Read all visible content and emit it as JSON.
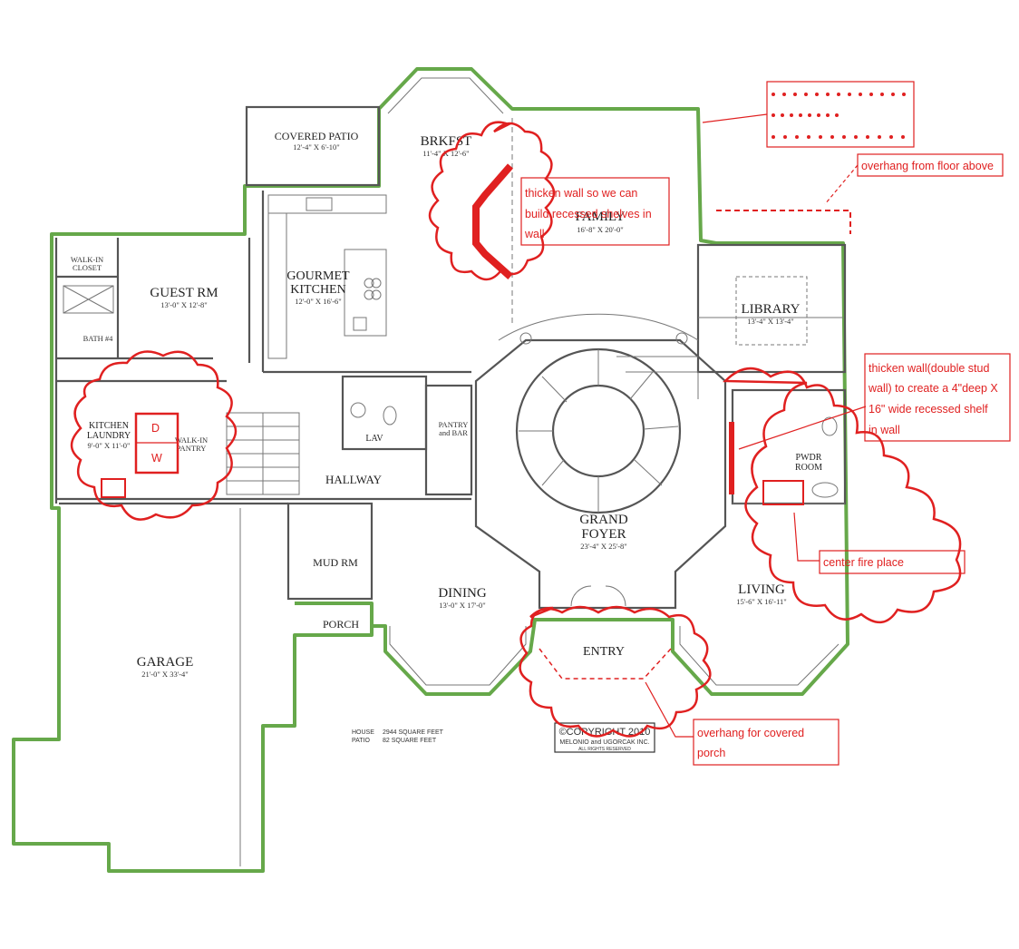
{
  "rooms": {
    "covered_patio": {
      "name": "COVERED PATIO",
      "dim": "12'-4\" X 6'-10\""
    },
    "brkfst": {
      "name": "BRKFST",
      "dim": "11'-4\" X 12'-6\""
    },
    "family": {
      "name": "FAMILY",
      "dim": "16'-8\" X 20'-0\""
    },
    "guest": {
      "name": "GUEST RM",
      "dim": "13'-0\" X 12'-8\""
    },
    "kitchen": {
      "name1": "GOURMET",
      "name2": "KITCHEN",
      "dim": "12'-0\" X 16'-6\""
    },
    "library": {
      "name": "LIBRARY",
      "dim": "13'-4\" X 13'-4\""
    },
    "walkin_closet": {
      "name1": "WALK-IN",
      "name2": "CLOSET"
    },
    "bath4": {
      "name": "BATH #4"
    },
    "kitchen_laundry": {
      "name1": "KITCHEN",
      "name2": "LAUNDRY",
      "dim": "9'-0\" X 11'-0\""
    },
    "walkin_pantry": {
      "name1": "WALK-IN",
      "name2": "PANTRY"
    },
    "lav": {
      "name": "LAV"
    },
    "pantry_bar": {
      "name1": "PANTRY",
      "name2": "and BAR"
    },
    "hallway": {
      "name": "HALLWAY"
    },
    "grand_foyer": {
      "name1": "GRAND",
      "name2": "FOYER",
      "dim": "23'-4\" X 25'-8\""
    },
    "pwdr": {
      "name1": "PWDR",
      "name2": "ROOM"
    },
    "mud": {
      "name": "MUD RM"
    },
    "living": {
      "name": "LIVING",
      "dim": "15'-6\" X 16'-11\""
    },
    "dining": {
      "name": "DINING",
      "dim": "13'-0\" X 17'-0\""
    },
    "porch": {
      "name": "PORCH"
    },
    "entry": {
      "name": "ENTRY"
    },
    "garage": {
      "name": "GARAGE",
      "dim": "21'-0\" X 33'-4\""
    }
  },
  "area_table": {
    "row1_label": "HOUSE",
    "row1_value": "2944 SQUARE FEET",
    "row2_label": "PATIO",
    "row2_value": "82 SQUARE FEET"
  },
  "copyright": {
    "line1": "©COPYRIGHT 2010",
    "line2": "MELONIO and UGORCAK INC.",
    "line3": "ALL RIGHTS RESERVED"
  },
  "annotations": {
    "brkfst_note": {
      "line1": "thicken wall so we can",
      "line2": "build recessed shelves in",
      "line3": "wall"
    },
    "overhang_floor": {
      "text": "overhang from floor above"
    },
    "living_shelf": {
      "line1": "thicken wall(double stud",
      "line2": "wall) to create a 4\"deep X",
      "line3": "16\" wide recessed shelf",
      "line4": "in wall"
    },
    "fireplace": {
      "text": "center fire place"
    },
    "porch_overhang": {
      "line1": "overhang  for covered",
      "line2": "porch"
    },
    "laundry_marks": {
      "d": "D",
      "w": "W"
    }
  },
  "colors": {
    "annotation_red": "#e02020",
    "outline_green": "#66a84a",
    "wall_gray": "#555555"
  }
}
